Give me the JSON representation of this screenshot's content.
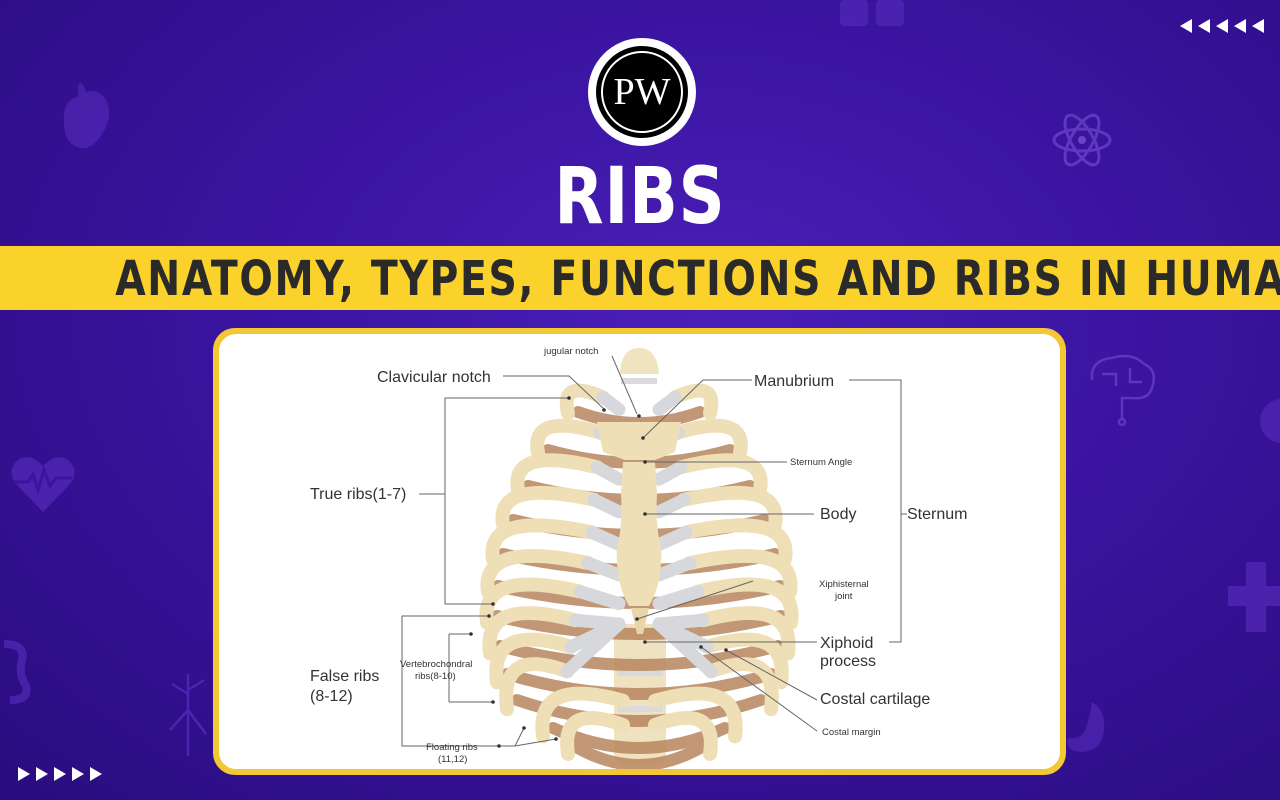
{
  "header": {
    "logo_text": "PW",
    "title": "RIBS",
    "subtitle": "ANATOMY, TYPES, FUNCTIONS AND RIBS IN HUMAN BODY"
  },
  "nav": {
    "back_icon": "rewind-arrows-icon",
    "forward_icon": "forward-arrows-icon"
  },
  "diagram": {
    "labels": {
      "jugular_notch": "jugular notch",
      "clavicular_notch": "Clavicular notch",
      "manubrium": "Manubrium",
      "sternum_angle": "Sternum Angle",
      "true_ribs": "True ribs(1-7)",
      "body": "Body",
      "sternum": "Sternum",
      "xiphisternal_1": "Xiphisternal",
      "xiphisternal_2": "joint",
      "xiphoid_1": "Xiphoid",
      "xiphoid_2": "process",
      "false_ribs_1": "False ribs",
      "false_ribs_2": "(8-12)",
      "vertebrochondral_1": "Vertebrochondral",
      "vertebrochondral_2": "ribs(8-10)",
      "costal_cartilage": "Costal cartilage",
      "costal_margin": "Costal margin",
      "floating_1": "Floating ribs",
      "floating_2": "(11,12)"
    }
  },
  "colors": {
    "background": "#3a14a0",
    "banner": "#fbd22c",
    "card_border": "#f2c935",
    "bone": "#f1e3bf",
    "bone_shadow": "#b8865e",
    "cartilage": "#d4d6da"
  }
}
